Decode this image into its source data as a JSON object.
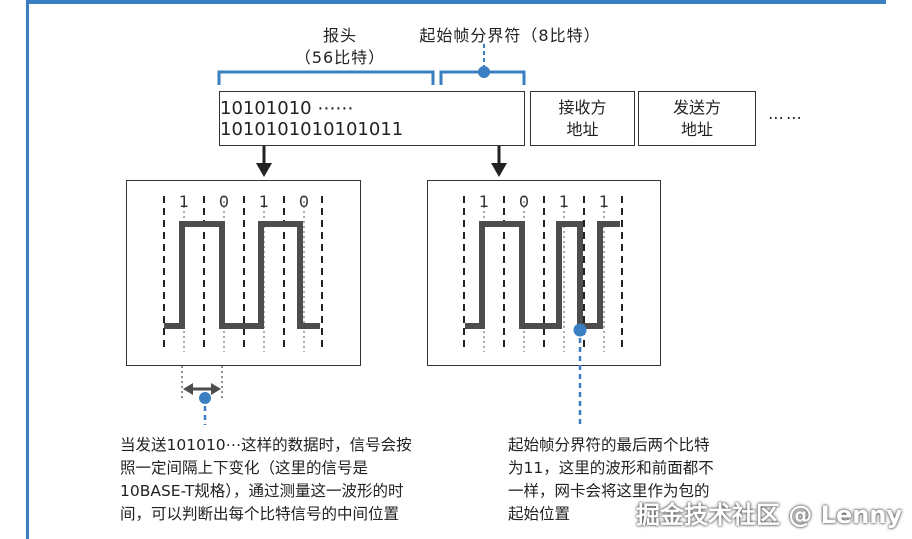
{
  "header_label": "报头",
  "header_bits": "（56比特）",
  "sfd_label": "起始帧分界符（8比特）",
  "preamble_bits": "10101010 ⋯⋯ 1010101010101011",
  "dest_address_line1": "接收方",
  "dest_address_line2": "地址",
  "src_address_line1": "发送方",
  "src_address_line2": "地址",
  "trailing_dots": "⋯⋯",
  "left_wave_bits": [
    "1",
    "0",
    "1",
    "0"
  ],
  "right_wave_bits": [
    "1",
    "0",
    "1",
    "1"
  ],
  "left_note_lines": [
    "当发送101010⋯这样的数据时，信号会按",
    "照一定间隔上下变化（这里的信号是",
    "10BASE-T规格），通过测量这一波形的时",
    "间，可以判断出每个比特信号的中间位置"
  ],
  "right_note_lines": [
    "起始帧分界符的最后两个比特",
    "为11，这里的波形和前面都不",
    "一样，网卡会将这里作为包的",
    "起始位置"
  ],
  "watermark": "掘金技术社区 @ Lenny",
  "colors": {
    "accent": "#3a7fc1",
    "wave": "#4d4d4d",
    "border": "#333333"
  }
}
